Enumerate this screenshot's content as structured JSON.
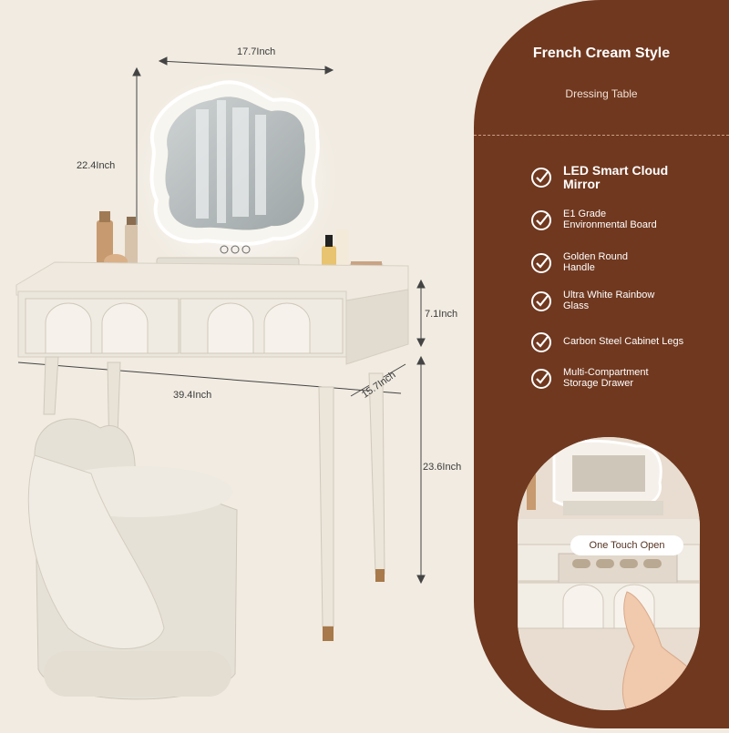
{
  "dimensions": {
    "mirror_width": "17.7Inch",
    "mirror_height": "22.4Inch",
    "drawer_height": "7.1Inch",
    "table_width": "39.4Inch",
    "table_depth": "15.7Inch",
    "leg_height": "23.6Inch"
  },
  "panel": {
    "title": "French Cream Style",
    "subtitle": "Dressing Table",
    "features": [
      {
        "label": "LED Smart Cloud\nMirror",
        "icon": "check-icon"
      },
      {
        "label": "E1 Grade\nEnvironmental Board",
        "icon": "check-icon"
      },
      {
        "label": "Golden Round\nHandle",
        "icon": "check-icon"
      },
      {
        "label": "Ultra White Rainbow\nGlass",
        "icon": "check-icon"
      },
      {
        "label": "Carbon Steel Cabinet Legs",
        "icon": "check-icon"
      },
      {
        "label": "Multi-Compartment\nStorage Drawer",
        "icon": "check-icon"
      }
    ],
    "callout": "One Touch Open"
  },
  "colors": {
    "background": "#f1ebe1",
    "panel": "#70381f",
    "furniture": "#ece7dd",
    "accent_gold": "#a8794a"
  }
}
